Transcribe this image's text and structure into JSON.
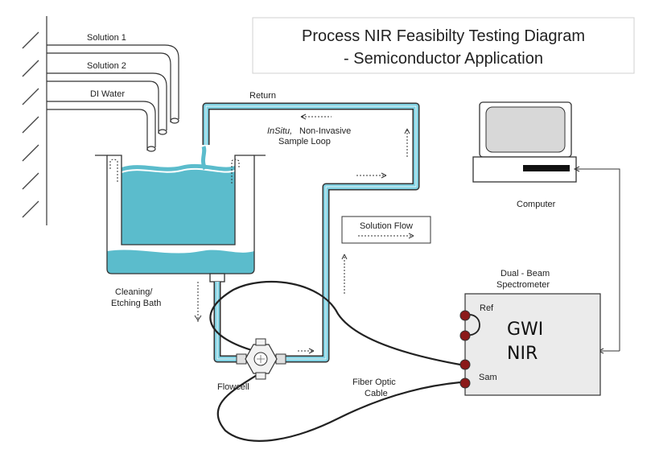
{
  "title": {
    "line1": "Process NIR Feasibilty Testing Diagram",
    "line2": "- Semiconductor Application"
  },
  "supply": {
    "solution1": "Solution 1",
    "solution2": "Solution 2",
    "di_water": "DI Water"
  },
  "loop": {
    "return": "Return",
    "insitu": "InSitu,",
    "noninvasive": "Non-Invasive",
    "sample_loop": "Sample Loop",
    "solution_flow": "Solution Flow"
  },
  "bath": {
    "line1": "Cleaning/",
    "line2": "Etching Bath"
  },
  "flowcell": "Flowcell",
  "cable": {
    "line1": "Fiber Optic",
    "line2": "Cable"
  },
  "computer": "Computer",
  "spectrometer": {
    "line1": "Dual - Beam",
    "line2": "Spectrometer",
    "brand1": "GWI",
    "brand2": "NIR",
    "ref": "Ref",
    "sam": "Sam"
  },
  "colors": {
    "liquid": "#5bbccc",
    "liquid_dark": "#3a9fb2",
    "pipe": "#7fcfe0",
    "connector": "#8b1a1a",
    "screen": "#d8d8d8"
  }
}
